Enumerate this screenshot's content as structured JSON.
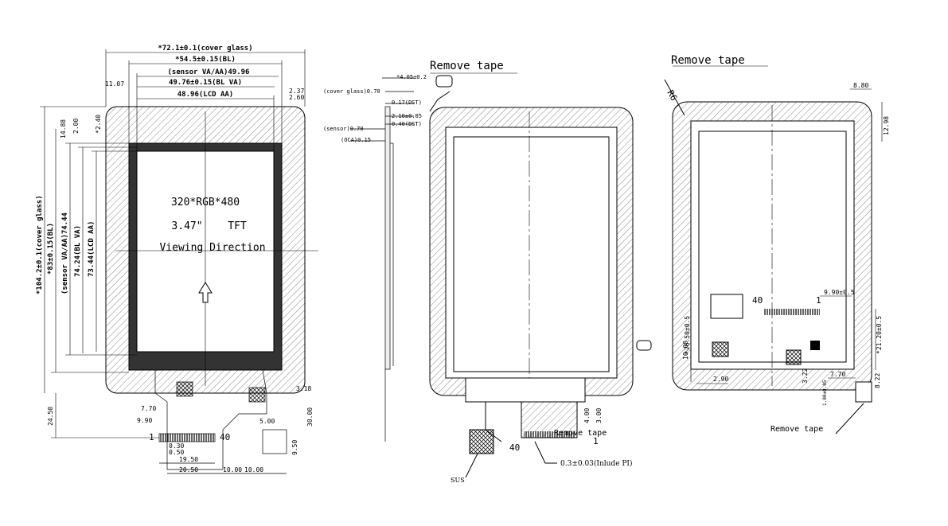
{
  "front_view": {
    "width_cover_glass": "*72.1±0.1(cover glass)",
    "width_bl": "*54.5±0.15(BL)",
    "width_sensor": "(sensor VA/AA)49.96",
    "width_bl_va": "49.76±0.15(BL VA)",
    "width_lcd_aa": "48.96(LCD AA)",
    "left_offset": "11.07",
    "right_offset_1": "2.37",
    "right_offset_2": "2.60",
    "top_offset_1": "14.88",
    "top_offset_2": "2.00",
    "top_offset_3": "*2.40",
    "height_cover_glass": "*104.2±0.1(cover glass)",
    "height_bl": "*83±0.15(BL)",
    "height_sensor": "(sensor VA/AA)74.44",
    "height_bl_va": "74.24(BL VA)",
    "height_lcd_aa": "73.44(LCD AA)",
    "resolution": "320*RGB*480",
    "size_label": "3.47\"",
    "type_label": "TFT",
    "viewing": "Viewing Direction",
    "dim_3_18": "3.18",
    "dim_7_70": "7.70",
    "dim_9_90": "9.90",
    "dim_24_50": "24.50",
    "dim_5_00": "5.00",
    "dim_30_00": "30.00",
    "dim_9_50": "9.50",
    "pin_1": "1",
    "pin_40": "40",
    "dim_0_30": "0.30",
    "dim_0_50": "0.50",
    "dim_19_50": "19.50",
    "dim_20_50": "20.50",
    "dim_10_00_a": "10.00",
    "dim_10_00_b": "10.00"
  },
  "side_view": {
    "total": "*4.05±0.2",
    "cover_glass": "(cover glass)0.70",
    "dst1": "0.17(DST)",
    "mid": "2.10±0.05",
    "dst2": "0.40(DST)",
    "sensor": "(sensor)0.70",
    "oca": "(OCA)0.15"
  },
  "back_view_1": {
    "remove_tape": "Remove tape",
    "dim_4_00": "4.00",
    "dim_3_00": "3.00",
    "pin_1": "1",
    "pin_40": "40",
    "pi_note": "0.3±0.03(Inlude PI)",
    "sus": "SUS",
    "tape_label": "Remove tape"
  },
  "back_view_2": {
    "remove_tape_top": "Remove tape",
    "r6": "R6",
    "dim_8_80": "8.80",
    "dim_12_98": "12.98",
    "pin_40": "40",
    "pin_1": "1",
    "dim_9_90": "9.90±0.5",
    "dim_26_50": "*26.50±0.5",
    "dim_21_20": "*21.20±0.5",
    "dim_10_00": "10.00",
    "dim_2_90": "2.90",
    "dim_7_70": "7.70",
    "dim_3_22": "3.22",
    "dim_8_22": "8.22",
    "dim_1_00": "1.00±0.05",
    "remove_tape_bottom": "Remove tape"
  }
}
